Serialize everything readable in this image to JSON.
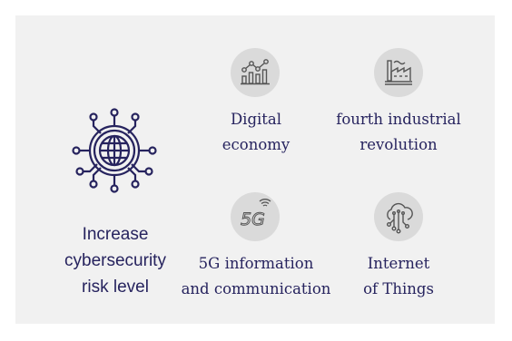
{
  "hub": {
    "label_lines": [
      "Increase",
      "cybersecurity",
      "risk level"
    ],
    "icon": "globe-network-icon"
  },
  "items": [
    {
      "icon": "analytics-chart-icon",
      "lines": [
        "Digital",
        "economy"
      ]
    },
    {
      "icon": "factory-icon",
      "lines": [
        "fourth industrial",
        "revolution"
      ]
    },
    {
      "icon": "5g-signal-icon",
      "icon_text": "5G",
      "lines": [
        "5G information",
        "and communication"
      ]
    },
    {
      "icon": "cloud-circuit-icon",
      "lines": [
        "Internet",
        "of Things"
      ]
    }
  ],
  "colors": {
    "background": "#f1f1f1",
    "text": "#26235e",
    "icon_circle": "#dadada",
    "icon_stroke": "#555555"
  }
}
